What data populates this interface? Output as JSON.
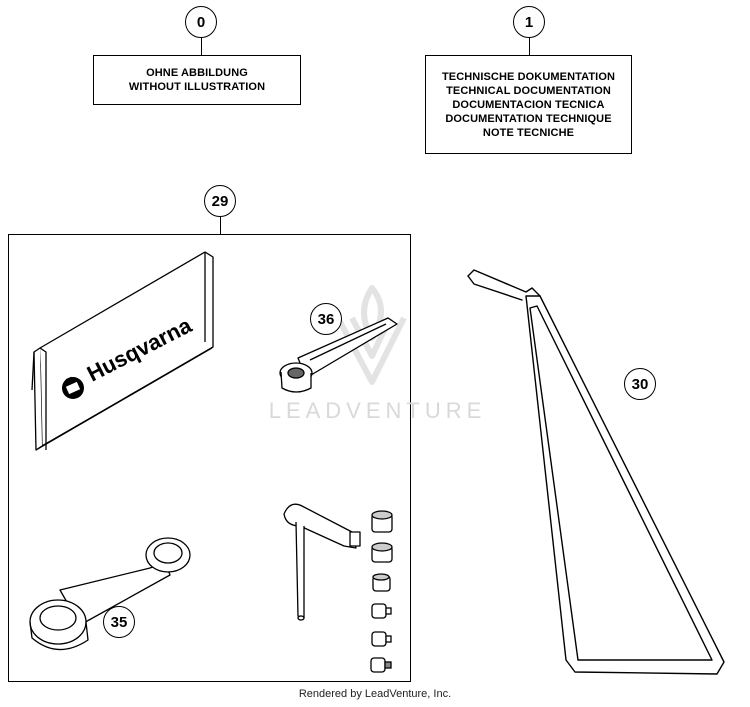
{
  "callouts": {
    "c0": "0",
    "c1": "1",
    "c29": "29",
    "c30": "30",
    "c35": "35",
    "c36": "36"
  },
  "label_box_0": {
    "lines": [
      "OHNE ABBILDUNG",
      "WITHOUT ILLUSTRATION"
    ]
  },
  "label_box_1": {
    "lines": [
      "TECHNISCHE DOKUMENTATION",
      "TECHNICAL DOCUMENTATION",
      "DOCUMENTACION TECNICA",
      "DOCUMENTATION TECHNIQUE",
      "NOTE TECNICHE"
    ]
  },
  "pouch_brand": "Husqvarna",
  "watermark": "LEADVENTURE",
  "footer": "Rendered by LeadVenture, Inc."
}
